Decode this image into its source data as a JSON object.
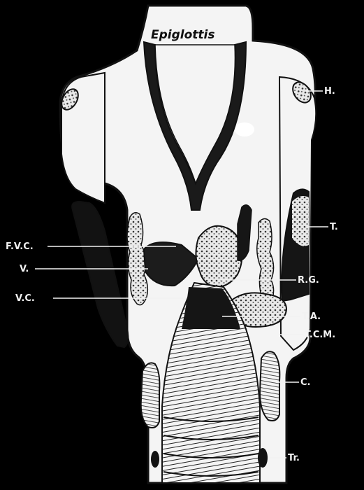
{
  "figure": {
    "title_label": "Epiglottis",
    "labels": {
      "h": "H.",
      "t": "T.",
      "fvc": "F.V.C.",
      "v": "V.",
      "rg": "R.G.",
      "vc": "V.C.",
      "ta": "T.A.",
      "tcm": "T.C.M.",
      "c": "C.",
      "tr": "Tr."
    },
    "colors": {
      "background": "#000000",
      "tissue": "#f4f4f4",
      "outline": "#111111",
      "label": "#f2f2f2"
    }
  }
}
